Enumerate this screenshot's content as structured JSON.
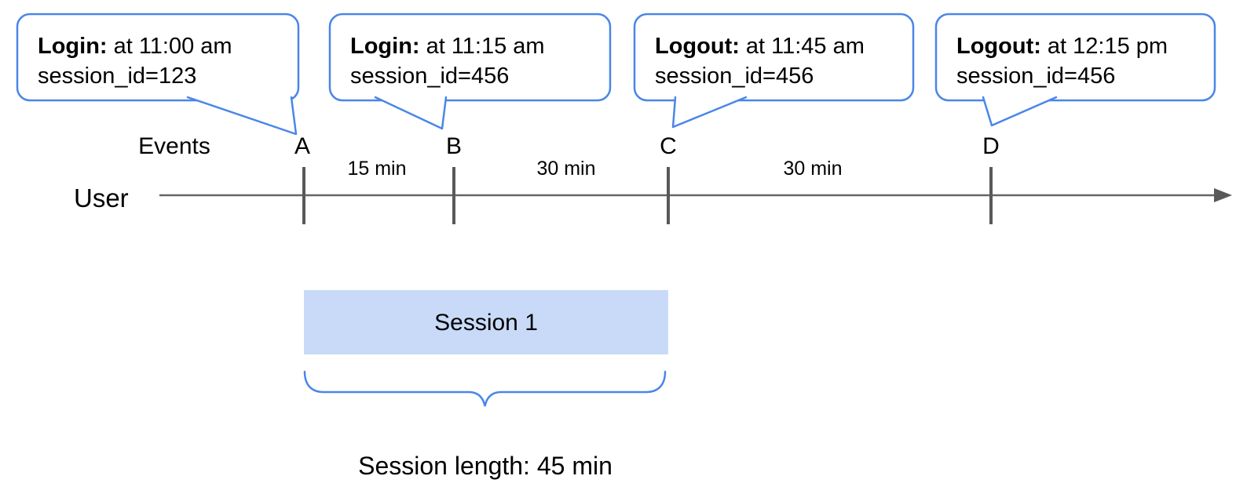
{
  "figure": {
    "title_semantics": "User session timeline diagram",
    "bubbles": [
      {
        "bold": "Login:",
        "rest": "at 11:00 am",
        "line2": "session_id=123"
      },
      {
        "bold": "Login:",
        "rest": "at 11:15 am",
        "line2": "session_id=456"
      },
      {
        "bold": "Logout:",
        "rest": "at 11:45 am",
        "line2": "session_id=456"
      },
      {
        "bold": "Logout:",
        "rest": "at 12:15 pm",
        "line2": "session_id=456"
      }
    ],
    "events_label": "Events",
    "user_label": "User",
    "event_markers": [
      "A",
      "B",
      "C",
      "D"
    ],
    "intervals": [
      "15 min",
      "30 min",
      "30 min"
    ],
    "session_label": "Session 1",
    "caption": "Session length: 45 min",
    "colors": {
      "bubble_border": "#4a86e8",
      "session_fill": "#c9daf8",
      "axis": "#666666",
      "tick": "#595959",
      "text": "#000000"
    }
  }
}
